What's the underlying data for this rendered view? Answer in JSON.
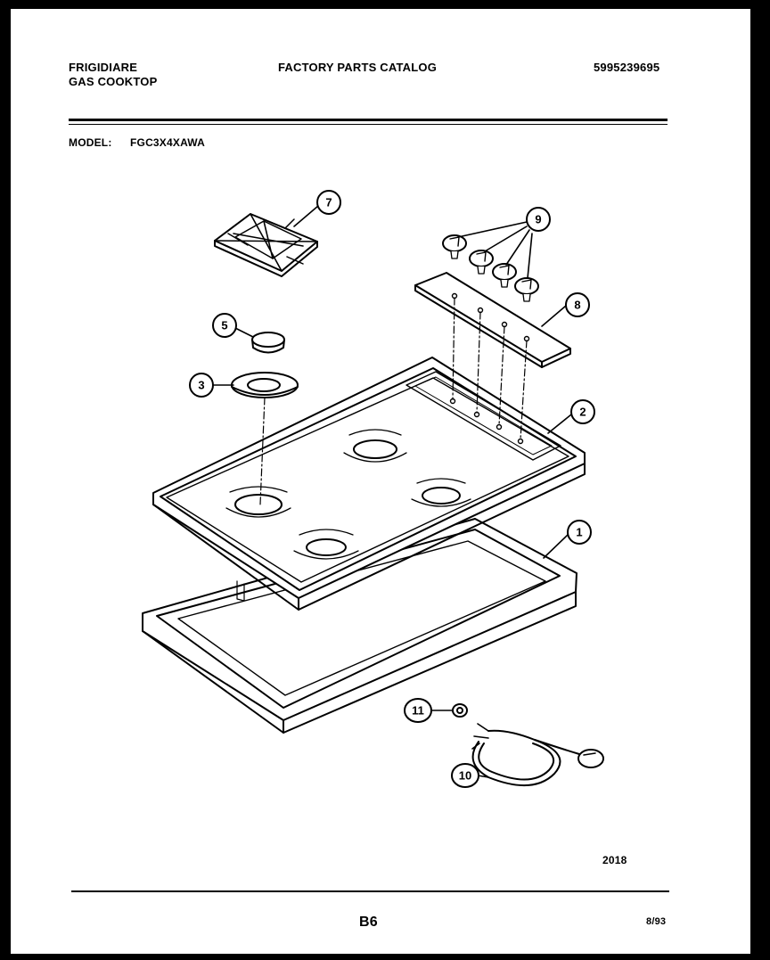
{
  "header": {
    "brand": "FRIGIDIARE",
    "product": "GAS COOKTOP",
    "catalog_title": "FACTORY PARTS CATALOG",
    "catalog_number": "5995239695",
    "model_label": "MODEL:",
    "model_number": "FGC3X4XAWA"
  },
  "diagram": {
    "callouts": [
      "7",
      "9",
      "5",
      "8",
      "3",
      "2",
      "1",
      "11",
      "10"
    ],
    "code": "2018"
  },
  "footer": {
    "page": "B6",
    "date": "8/93"
  }
}
